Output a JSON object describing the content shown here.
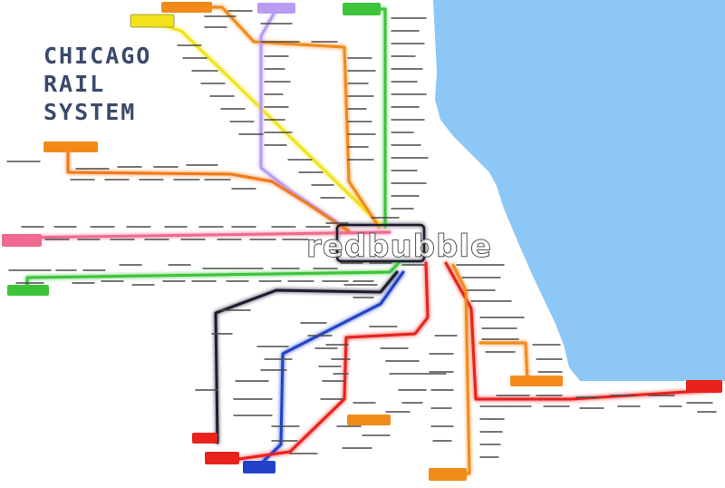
{
  "map": {
    "title_lines": [
      "CHICAGO",
      "RAIL",
      "SYSTEM"
    ],
    "watermark": "redbubble",
    "colors": {
      "water": "#8cc7f5",
      "red_line": "#e8231c",
      "blue_line": "#2442c9",
      "green_line": "#3ec43a",
      "orange_line": "#f28a1a",
      "purple_line": "#b79cf0",
      "yellow_line": "#f2e21a",
      "pink_line": "#f06a8f",
      "brown_line": "#f07a1a",
      "black_line": "#1d1d2f"
    }
  }
}
